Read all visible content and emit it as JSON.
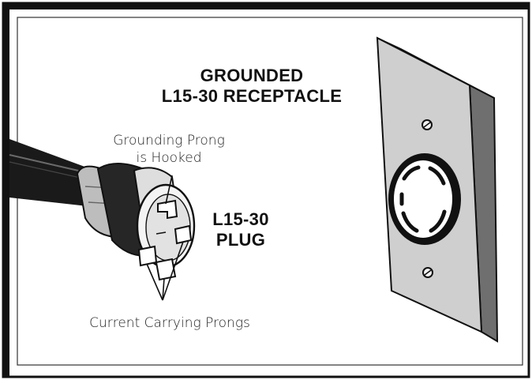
{
  "title": {
    "line1": "GROUNDED",
    "line2": "L15-30 RECEPTACLE"
  },
  "plug_label": {
    "line1": "L15-30",
    "line2": "PLUG"
  },
  "grounding_callout": {
    "line1": "Grounding Prong",
    "line2": "is Hooked"
  },
  "current_callout": "Current Carrying Prongs",
  "colors": {
    "frame": "#111111",
    "plate": "#c9c9c9",
    "plate_edge": "#8c8c8c",
    "cord": "#1a1a1a"
  }
}
